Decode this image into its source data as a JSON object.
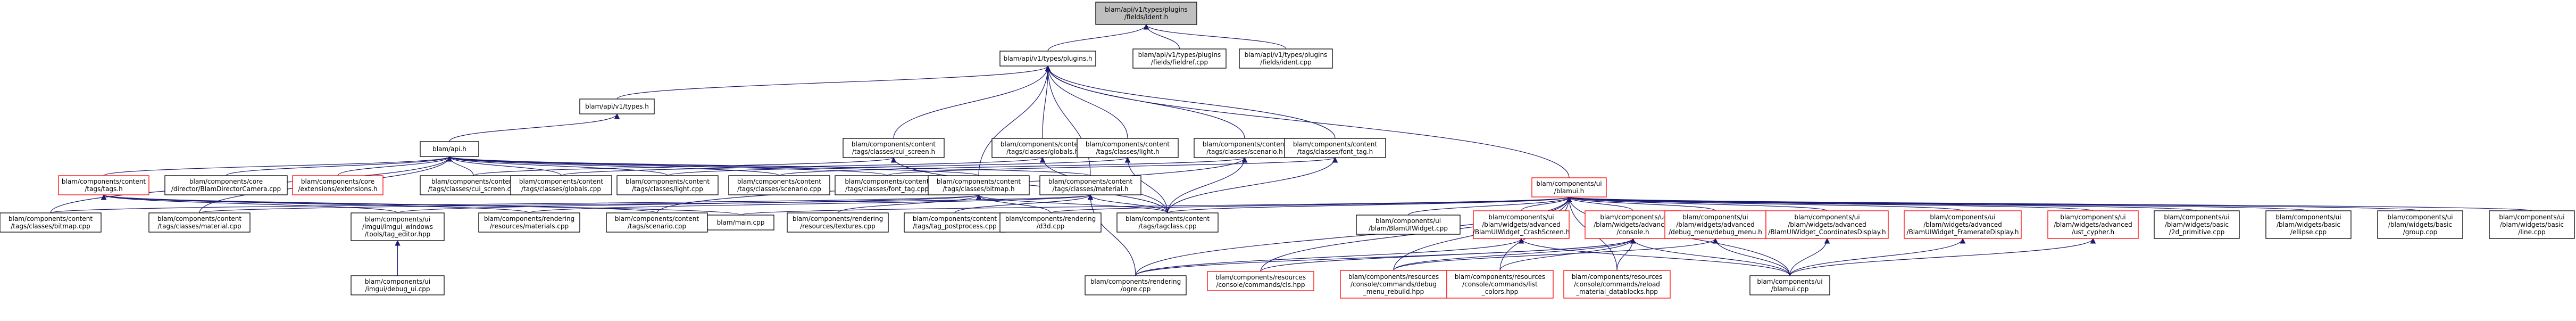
{
  "colors": {
    "edge": "#191970",
    "node_border_default": "#000000",
    "node_border_truncated": "#ff0000",
    "node_fill": "#ffffff",
    "node_fill_root": "#bfbfbf",
    "text": "#000000"
  },
  "nodes": [
    {
      "id": "root",
      "lines": [
        "blam/api/v1/types/plugins",
        "/fields/ident.h"
      ],
      "style": "root"
    },
    {
      "id": "plugins_h",
      "lines": [
        "blam/api/v1/types/plugins.h"
      ],
      "style": "normal"
    },
    {
      "id": "fieldref_cpp",
      "lines": [
        "blam/api/v1/types/plugins",
        "/fields/fieldref.cpp"
      ],
      "style": "normal"
    },
    {
      "id": "ident_cpp",
      "lines": [
        "blam/api/v1/types/plugins",
        "/fields/ident.cpp"
      ],
      "style": "normal"
    },
    {
      "id": "types_h",
      "lines": [
        "blam/api/v1/types.h"
      ],
      "style": "normal"
    },
    {
      "id": "script_h",
      "lines": [
        "blam/api.h"
      ],
      "style": "normal"
    },
    {
      "id": "cui_screen_h",
      "lines": [
        "blam/components/content",
        "/tags/classes/cui_screen.h"
      ],
      "style": "normal"
    },
    {
      "id": "globals_h",
      "lines": [
        "blam/components/content",
        "/tags/classes/globals.h"
      ],
      "style": "normal"
    },
    {
      "id": "light_h",
      "lines": [
        "blam/components/content",
        "/tags/classes/light.h"
      ],
      "style": "normal"
    },
    {
      "id": "scenario_h",
      "lines": [
        "blam/components/content",
        "/tags/classes/scenario.h"
      ],
      "style": "normal"
    },
    {
      "id": "font_tag_h",
      "lines": [
        "blam/components/content",
        "/tags/classes/font_tag.h"
      ],
      "style": "normal"
    },
    {
      "id": "tags_h",
      "lines": [
        "blam/components/content",
        "/tags/tags.h"
      ],
      "style": "truncated"
    },
    {
      "id": "camera_cpp",
      "lines": [
        "blam/components/core",
        "/director/BlamDirectorCamera.cpp"
      ],
      "style": "normal"
    },
    {
      "id": "extensions_h",
      "lines": [
        "blam/components/core",
        "/extensions/extensions.h"
      ],
      "style": "truncated"
    },
    {
      "id": "cui_screen_cpp",
      "lines": [
        "blam/components/content",
        "/tags/classes/cui_screen.cpp"
      ],
      "style": "normal"
    },
    {
      "id": "globals_cpp",
      "lines": [
        "blam/components/content",
        "/tags/classes/globals.cpp"
      ],
      "style": "normal"
    },
    {
      "id": "light_cpp",
      "lines": [
        "blam/components/content",
        "/tags/classes/light.cpp"
      ],
      "style": "normal"
    },
    {
      "id": "scenario_cpp",
      "lines": [
        "blam/components/content",
        "/tags/classes/scenario.cpp"
      ],
      "style": "normal"
    },
    {
      "id": "font_tag_cpp",
      "lines": [
        "blam/components/content",
        "/tags/classes/font_tag.cpp"
      ],
      "style": "normal"
    },
    {
      "id": "bitmap_h",
      "lines": [
        "blam/components/content",
        "/tags/classes/bitmap.h"
      ],
      "style": "normal"
    },
    {
      "id": "material_h",
      "lines": [
        "blam/components/content",
        "/tags/classes/material.h"
      ],
      "style": "normal"
    },
    {
      "id": "ui_h",
      "lines": [
        "blam/components/ui",
        "/blamui.h"
      ],
      "style": "truncated"
    },
    {
      "id": "bitmap_cpp",
      "lines": [
        "blam/components/content",
        "/tags/classes/bitmap.cpp"
      ],
      "style": "normal"
    },
    {
      "id": "material_cpp",
      "lines": [
        "blam/components/content",
        "/tags/classes/material.cpp"
      ],
      "style": "normal"
    },
    {
      "id": "tag_editor_hpp",
      "lines": [
        "blam/components/ui",
        "/imgui/imgui_windows",
        "/tools/tag_editor.hpp"
      ],
      "style": "normal"
    },
    {
      "id": "rendering_materials",
      "lines": [
        "blam/components/rendering",
        "/resources/materials.cpp"
      ],
      "style": "normal"
    },
    {
      "id": "scenario_tags_cpp",
      "lines": [
        "blam/components/content",
        "/tags/scenario.cpp"
      ],
      "style": "normal"
    },
    {
      "id": "blammain_cpp",
      "lines": [
        "blam/main.cpp"
      ],
      "style": "normal"
    },
    {
      "id": "textures_cpp",
      "lines": [
        "blam/components/rendering",
        "/resources/textures.cpp"
      ],
      "style": "normal"
    },
    {
      "id": "postprocess_cpp",
      "lines": [
        "blam/components/content",
        "/tags/tag_postprocess.cpp"
      ],
      "style": "normal"
    },
    {
      "id": "d3d_cpp",
      "lines": [
        "blam/components/rendering",
        "/d3d.cpp"
      ],
      "style": "normal"
    },
    {
      "id": "tagclass_cpp",
      "lines": [
        "blam/components/content",
        "/tags/tagclass.cpp"
      ],
      "style": "normal"
    },
    {
      "id": "debug_ui_cpp",
      "lines": [
        "blam/components/ui",
        "/imgui/debug_ui.cpp"
      ],
      "style": "normal"
    },
    {
      "id": "ogre_cpp",
      "lines": [
        "blam/components/rendering",
        "/ogre.cpp"
      ],
      "style": "normal"
    },
    {
      "id": "blamuiwidget_cpp",
      "lines": [
        "blam/components/ui",
        "/blam/BlamUIWidget.cpp"
      ],
      "style": "normal"
    },
    {
      "id": "crashscreen_h",
      "lines": [
        "blam/components/ui",
        "/blam/widgets/advanced",
        "/BlamUIWidget_CrashScreen.h"
      ],
      "style": "truncated"
    },
    {
      "id": "console_h",
      "lines": [
        "blam/components/ui",
        "/blam/widgets/advanced",
        "/console.h"
      ],
      "style": "truncated"
    },
    {
      "id": "debug_menu_h",
      "lines": [
        "blam/components/ui",
        "/blam/widgets/advanced",
        "/debug_menu/debug_menu.h"
      ],
      "style": "truncated"
    },
    {
      "id": "coords_h",
      "lines": [
        "blam/components/ui",
        "/blam/widgets/advanced",
        "/BlamUIWidget_CoordinatesDisplay.h"
      ],
      "style": "truncated"
    },
    {
      "id": "framerate_h",
      "lines": [
        "blam/components/ui",
        "/blam/widgets/advanced",
        "/BlamUIWidget_FramerateDisplay.h"
      ],
      "style": "truncated"
    },
    {
      "id": "ust_cypher_h",
      "lines": [
        "blam/components/ui",
        "/blam/widgets/advanced",
        "/ust_cypher.h"
      ],
      "style": "truncated"
    },
    {
      "id": "2d_primitive_cpp",
      "lines": [
        "blam/components/ui",
        "/blam/widgets/basic",
        "/2d_primitive.cpp"
      ],
      "style": "normal"
    },
    {
      "id": "ellipse_cpp",
      "lines": [
        "blam/components/ui",
        "/blam/widgets/basic",
        "/ellipse.cpp"
      ],
      "style": "normal"
    },
    {
      "id": "group_cpp",
      "lines": [
        "blam/components/ui",
        "/blam/widgets/basic",
        "/group.cpp"
      ],
      "style": "normal"
    },
    {
      "id": "line_cpp",
      "lines": [
        "blam/components/ui",
        "/blam/widgets/basic",
        "/line.cpp"
      ],
      "style": "normal"
    },
    {
      "id": "cls_hpp",
      "lines": [
        "blam/components/resources",
        "/console/commands/cls.hpp"
      ],
      "style": "truncated"
    },
    {
      "id": "menu_rebuild_hpp",
      "lines": [
        "blam/components/resources",
        "/console/commands/debug",
        "_menu_rebuild.hpp"
      ],
      "style": "truncated"
    },
    {
      "id": "list_colors_hpp",
      "lines": [
        "blam/components/resources",
        "/console/commands/list",
        "_colors.hpp"
      ],
      "style": "truncated"
    },
    {
      "id": "reload_datablocks_hpp",
      "lines": [
        "blam/components/resources",
        "/console/commands/reload",
        "_material_datablocks.hpp"
      ],
      "style": "truncated"
    },
    {
      "id": "blamui_cpp",
      "lines": [
        "blam/components/ui",
        "/blamui.cpp"
      ],
      "style": "normal"
    }
  ]
}
